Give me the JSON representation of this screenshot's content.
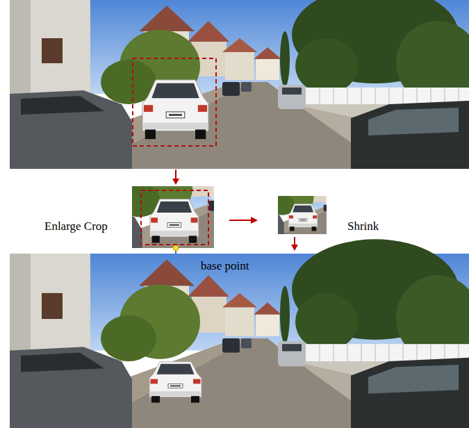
{
  "diagram": {
    "labels": [
      "Enlarge Crop",
      "Shrink",
      "base point"
    ]
  }
}
